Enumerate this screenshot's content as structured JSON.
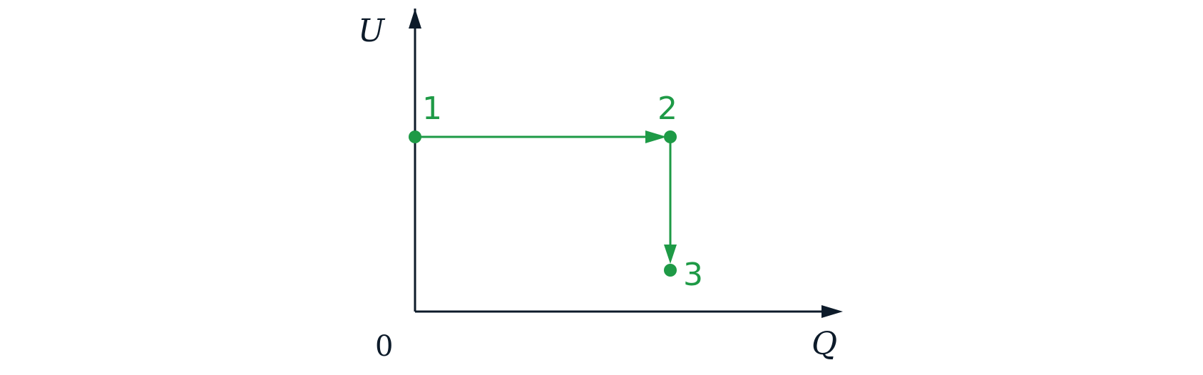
{
  "diagram": {
    "axes": {
      "y_label": "U",
      "x_label": "Q",
      "origin_label": "0"
    },
    "points": [
      {
        "id": "1",
        "label": "1"
      },
      {
        "id": "2",
        "label": "2"
      },
      {
        "id": "3",
        "label": "3"
      }
    ],
    "process": [
      "1 → 2",
      "2 → 3"
    ],
    "colors": {
      "axis": "#0d1b2a",
      "process": "#1e9a46"
    }
  }
}
